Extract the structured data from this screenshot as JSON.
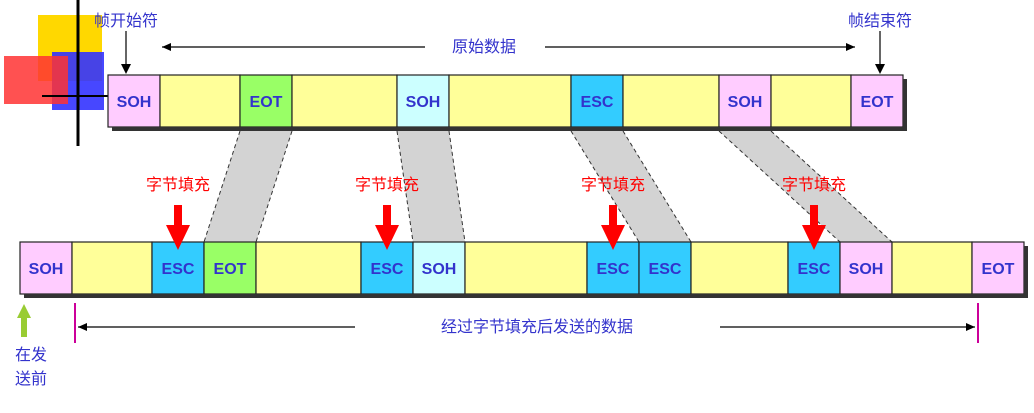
{
  "labels": {
    "frame_start": "帧开始符",
    "frame_end": "帧结束符",
    "original_data": "原始数据",
    "stuffed_data": "经过字节填充后发送的数据",
    "stuffing": "字节填充",
    "send_first_line1": "在发",
    "send_first_line2": "送前"
  },
  "top_row": [
    {
      "text": "SOH",
      "kind": "soh"
    },
    {
      "text": "",
      "kind": "data"
    },
    {
      "text": "EOT",
      "kind": "eot"
    },
    {
      "text": "",
      "kind": "data"
    },
    {
      "text": "SOH",
      "kind": "soh_light"
    },
    {
      "text": "",
      "kind": "data"
    },
    {
      "text": "ESC",
      "kind": "esc"
    },
    {
      "text": "",
      "kind": "data"
    },
    {
      "text": "SOH",
      "kind": "soh"
    },
    {
      "text": "",
      "kind": "data"
    },
    {
      "text": "EOT",
      "kind": "soh"
    }
  ],
  "bottom_row": [
    {
      "text": "SOH",
      "kind": "soh"
    },
    {
      "text": "",
      "kind": "data"
    },
    {
      "text": "ESC",
      "kind": "esc",
      "stuffed": true
    },
    {
      "text": "EOT",
      "kind": "eot"
    },
    {
      "text": "",
      "kind": "data"
    },
    {
      "text": "ESC",
      "kind": "esc",
      "stuffed": true
    },
    {
      "text": "SOH",
      "kind": "soh_light"
    },
    {
      "text": "",
      "kind": "data"
    },
    {
      "text": "ESC",
      "kind": "esc",
      "stuffed": true
    },
    {
      "text": "ESC",
      "kind": "esc"
    },
    {
      "text": "",
      "kind": "data"
    },
    {
      "text": "ESC",
      "kind": "esc",
      "stuffed": true
    },
    {
      "text": "SOH",
      "kind": "soh"
    },
    {
      "text": "",
      "kind": "data"
    },
    {
      "text": "EOT",
      "kind": "soh"
    }
  ],
  "colors": {
    "soh": "#FFCCFF",
    "soh_light": "#CCFFFF",
    "data": "#FFFF99",
    "eot": "#99FF66",
    "esc": "#33CCFF",
    "byte_text": "#3333CC",
    "caption_text": "#3333CC",
    "stuffing_text": "#FF0000",
    "arrow_red": "#FF0000",
    "arrow_green": "#99CC33",
    "marker_magenta": "#CC0099",
    "band_gray": "#D3D3D3"
  }
}
